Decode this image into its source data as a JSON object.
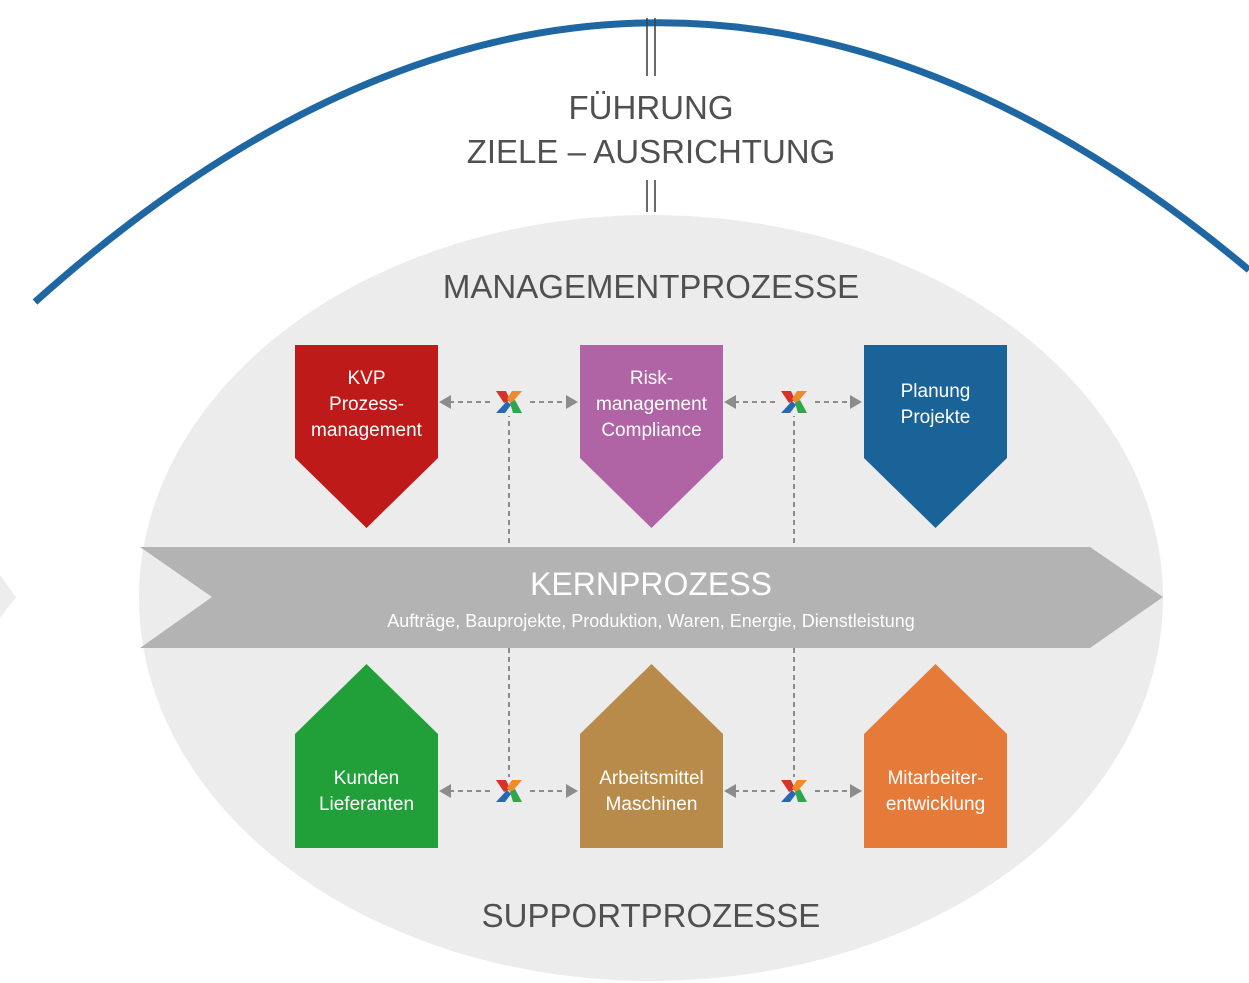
{
  "leadership": {
    "line1": "FÜHRUNG",
    "line2": "ZIELE – AUSRICHTUNG"
  },
  "management_label": "MANAGEMENTPROZESSE",
  "support_label": "SUPPORTPROZESSE",
  "core": {
    "title": "KERNPROZESS",
    "subtitle": "Aufträge, Bauprojekte, Produktion, Waren, Energie, Dienstleistung"
  },
  "management_boxes": [
    {
      "lines": [
        "KVP",
        "Prozess-",
        "management"
      ],
      "color": "#be1a1a"
    },
    {
      "lines": [
        "Risk-",
        "management",
        "Compliance"
      ],
      "color": "#b063a5"
    },
    {
      "lines": [
        "Planung",
        "Projekte"
      ],
      "color": "#1a6399"
    }
  ],
  "support_boxes": [
    {
      "lines": [
        "Kunden",
        "Lieferanten"
      ],
      "color": "#21a03a"
    },
    {
      "lines": [
        "Arbeitsmittel",
        "Maschinen"
      ],
      "color": "#b88b4a"
    },
    {
      "lines": [
        "Mitarbeiter-",
        "entwicklung"
      ],
      "color": "#e67a38"
    }
  ],
  "colors": {
    "arc": "#1f67a3",
    "ellipse": "#ececec",
    "core_arrow": "#b3b3b3",
    "connector": "#8c8c8c",
    "logo_red": "#d9302a",
    "logo_blue": "#2a67b1",
    "logo_green": "#2fa64a",
    "logo_orange": "#f08a2a"
  },
  "icons": [
    "connector-logo-icon"
  ]
}
